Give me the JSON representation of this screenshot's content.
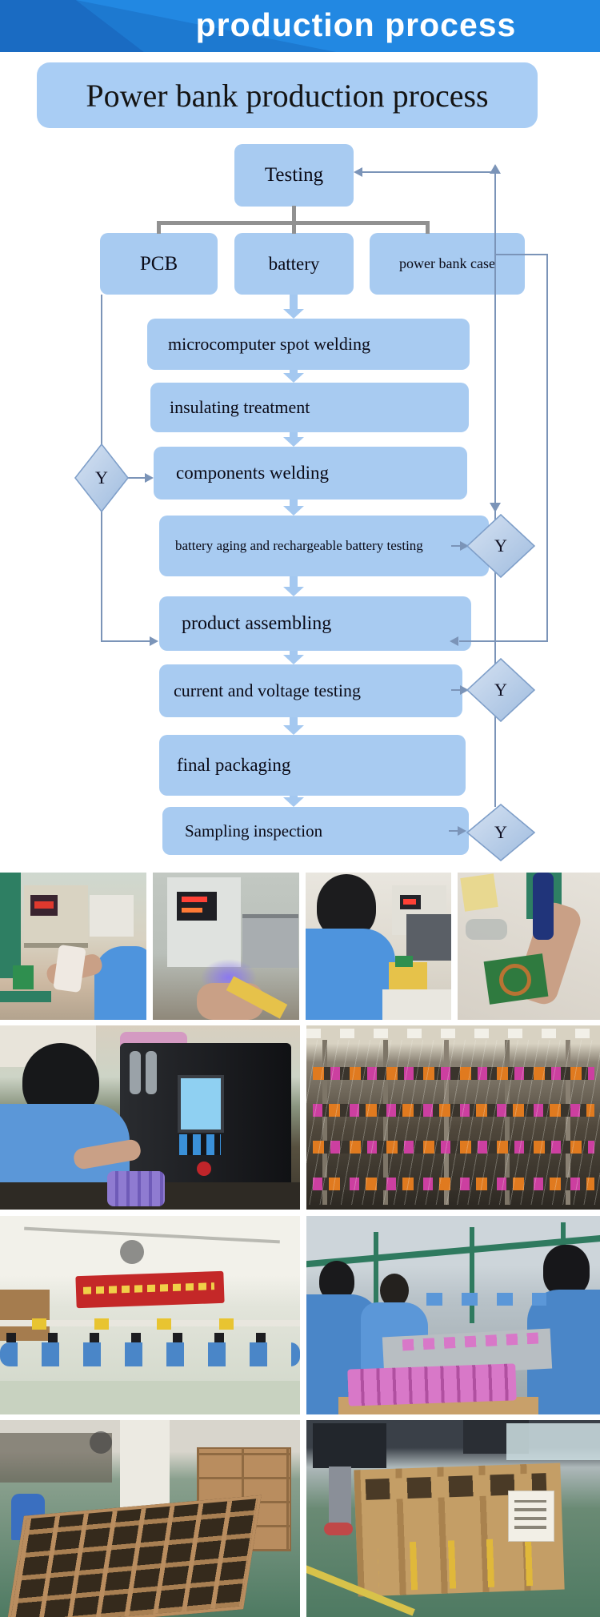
{
  "banner": {
    "title": "production process",
    "color_main": "#2288e2",
    "color_dark": "#1a6bc2"
  },
  "heading": {
    "title": "Power bank production process",
    "fill": "#a9cdf4"
  },
  "flowchart": {
    "nodes": {
      "testing": "Testing",
      "pcb": "PCB",
      "battery": "battery",
      "power_bank_case": "power bank case",
      "microcomputer_spot_welding": "microcomputer spot welding",
      "insulating_treatment": "insulating treatment",
      "components_welding": "components welding",
      "battery_aging": "battery aging and rechargeable battery testing",
      "product_assembling": "product assembling",
      "current_voltage_testing": "current and voltage testing",
      "final_packaging": "final packaging",
      "sampling_inspection": "Sampling inspection"
    },
    "decision_label": "Y",
    "colors": {
      "node_fill": "#a8cbf1",
      "fat_arrow": "#a4c8f0",
      "line_blue": "#7b94b8",
      "line_gray": "#919191",
      "diamond_border": "#7f9fc9",
      "diamond_fill_light": "#d6e2f2",
      "diamond_fill_dark": "#9fbcdf"
    }
  },
  "photos": [
    {
      "description": "Worker testing a power bank with a bench power supply at a green-framed workstation"
    },
    {
      "description": "Battery spot welding under a power supply with red LED readout"
    },
    {
      "description": "Technician testing a battery pack with instruments on a white bench"
    },
    {
      "description": "Hand-soldering a wireless charging PCB with a blue tool"
    },
    {
      "description": "Operator using a microcomputer spot welding machine on battery cells"
    },
    {
      "description": "Racks of power banks on aging and charge-discharge test boards"
    },
    {
      "description": "Assembly workshop with rows of workers at benches under a red banner"
    },
    {
      "description": "Workers packing pink power banks on an assembly line"
    },
    {
      "description": "Cardboard cartons with divider grids prepared for packing"
    },
    {
      "description": "Packed labelled cartons awaiting shipment on the warehouse floor"
    }
  ]
}
